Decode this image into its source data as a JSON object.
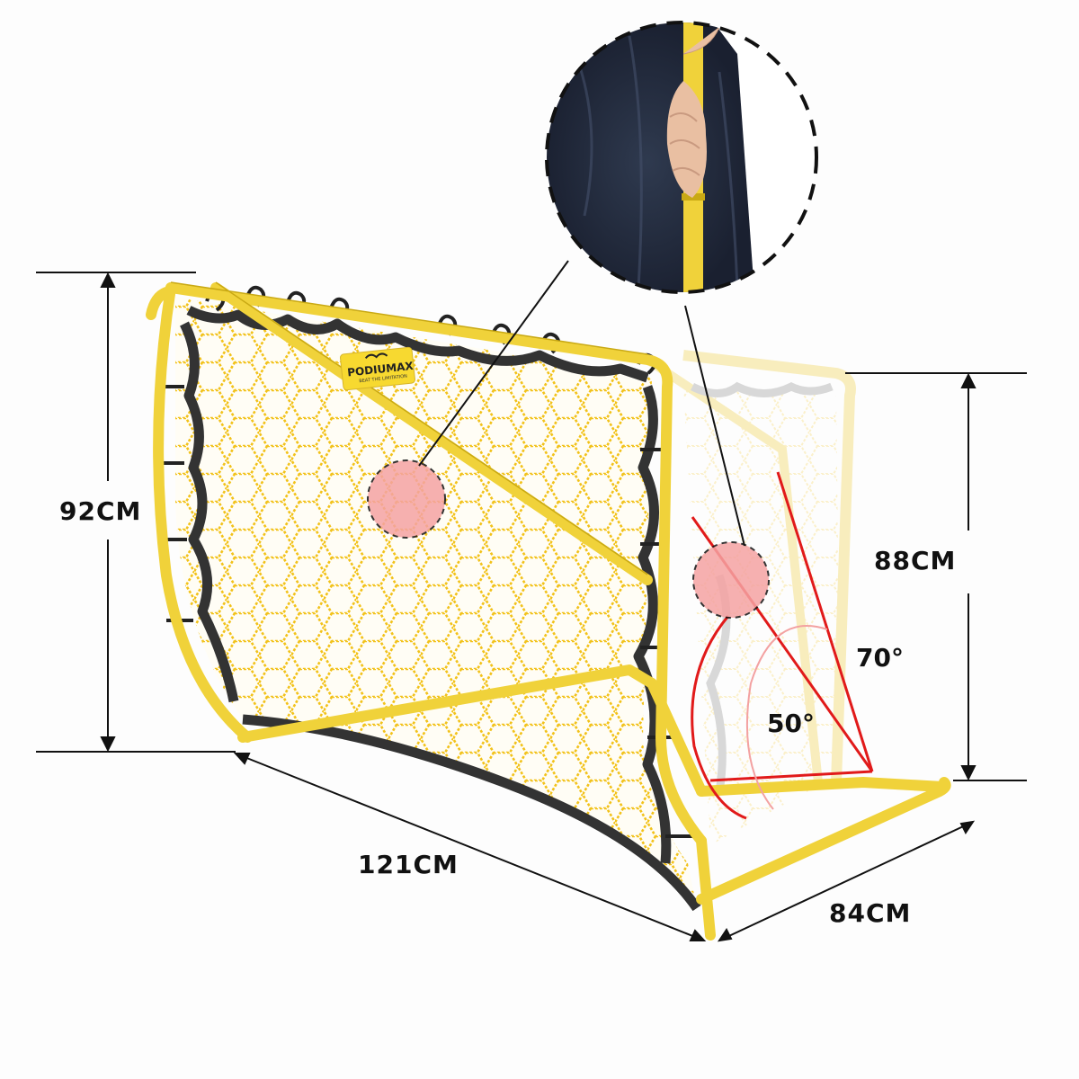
{
  "product": {
    "brand": "PODIUMAX",
    "brand_tagline": "BEAT THE LIMITATION",
    "frame_color": "#f0d23a",
    "net_color": "#f3c51a",
    "trim_color": "#333333"
  },
  "dimensions": {
    "front_height": "92CM",
    "rear_height": "88CM",
    "width": "121CM",
    "depth": "84CM"
  },
  "angles": {
    "steep": "70°",
    "shallow": "50°",
    "line_color": "#e11a1a"
  },
  "inset": {
    "description_icon": "hand-adjusting-pole-icon",
    "border_style": "dashed"
  },
  "markers": {
    "highlight_color": "#f5a3a3"
  }
}
